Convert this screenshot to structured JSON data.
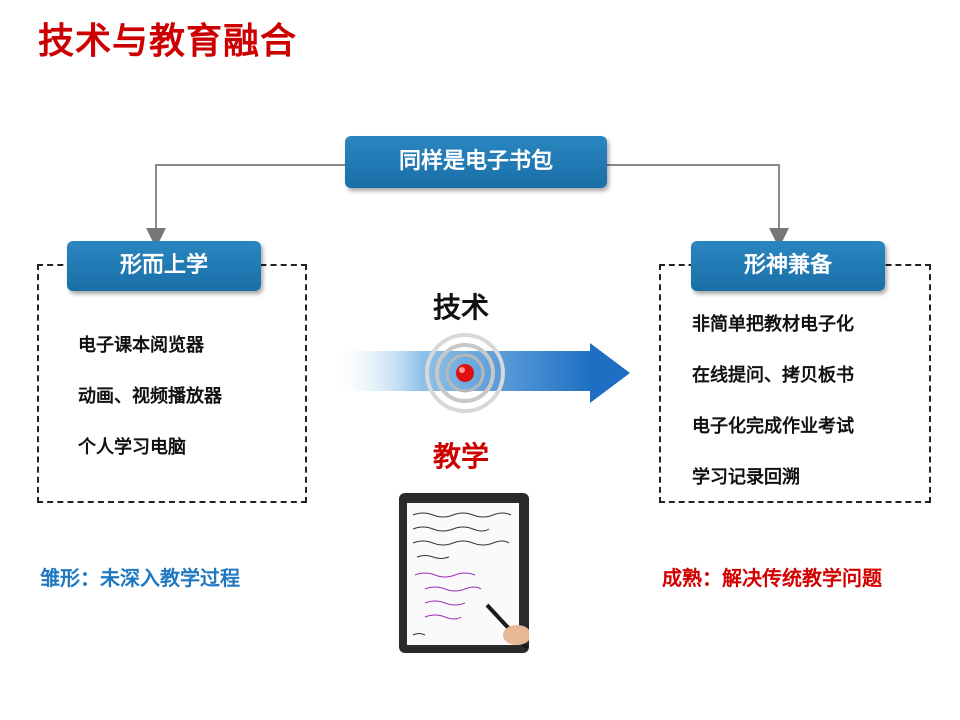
{
  "title": "技术与教育融合",
  "top_box": "同样是电子书包",
  "left": {
    "heading": "形而上学",
    "items": [
      "电子课本阅览器",
      "动画、视频播放器",
      "个人学习电脑"
    ],
    "note": "雏形：未深入教学过程"
  },
  "right": {
    "heading": "形神兼备",
    "items": [
      "非简单把教材电子化",
      "在线提问、拷贝板书",
      "电子化完成作业考试",
      "学习记录回溯"
    ],
    "note": "成熟：解决传统教学问题"
  },
  "center": {
    "tech_label": "技术",
    "teach_label": "教学"
  },
  "colors": {
    "title_red": "#cc0000",
    "box_blue": "#1f75b0",
    "arrow_blue": "#1e6fc3",
    "note_blue": "#1f78c1",
    "note_red": "#d40000",
    "dot_red": "#e01010"
  }
}
